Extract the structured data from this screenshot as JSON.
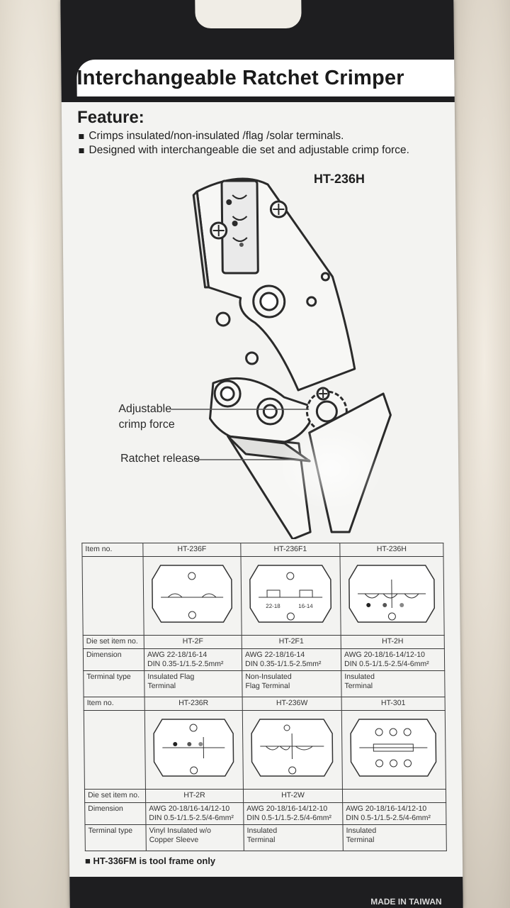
{
  "package": {
    "title": "Interchangeable Ratchet Crimper",
    "feature_heading": "Feature:",
    "features": [
      "Crimps insulated/non-insulated /flag /solar terminals.",
      "Designed with interchangeable die set and adjustable crimp force."
    ],
    "model": "HT-236H",
    "callouts": {
      "adjustable_line1": "Adjustable",
      "adjustable_line2": "crimp force",
      "ratchet": "Ratchet release"
    },
    "footnote": "HT-336FM is tool frame only",
    "made_in": "MADE IN TAIWAN"
  },
  "table": {
    "labels": {
      "item_no": "Item no.",
      "die_set": "Die set item no.",
      "dimension": "Dimension",
      "terminal_type": "Terminal type"
    },
    "row1": [
      {
        "item": "HT-236F",
        "die": "HT-2F",
        "dim1": "AWG 22-18/16-14",
        "dim2": "DIN 0.35-1/1.5-2.5mm²",
        "term1": "Insulated Flag",
        "term2": "Terminal"
      },
      {
        "item": "HT-236F1",
        "die": "HT-2F1",
        "dim1": "AWG 22-18/16-14",
        "dim2": "DIN 0.35-1/1.5-2.5mm²",
        "term1": "Non-Insulated",
        "term2": "Flag Terminal"
      },
      {
        "item": "HT-236H",
        "die": "HT-2H",
        "dim1": "AWG 20-18/16-14/12-10",
        "dim2": "DIN 0.5-1/1.5-2.5/4-6mm²",
        "term1": "Insulated",
        "term2": "Terminal"
      }
    ],
    "row2": [
      {
        "item": "HT-236R",
        "die": "HT-2R",
        "dim1": "AWG 20-18/16-14/12-10",
        "dim2": "DIN 0.5-1/1.5-2.5/4-6mm²",
        "term1": "Vinyl  Insulated w/o",
        "term2": "Copper Sleeve"
      },
      {
        "item": "HT-236W",
        "die": "HT-2W",
        "dim1": "AWG 20-18/16-14/12-10",
        "dim2": "DIN 0.5-1/1.5-2.5/4-6mm²",
        "term1": "Insulated",
        "term2": "Terminal"
      },
      {
        "item": "HT-301",
        "die": "",
        "dim1": "AWG 20-18/16-14/12-10",
        "dim2": "DIN 0.5-1/1.5-2.5/4-6mm²",
        "term1": "Insulated",
        "term2": "Terminal"
      }
    ],
    "die_labels": {
      "f1_left": "22-18",
      "f1_right": "16-14"
    }
  }
}
